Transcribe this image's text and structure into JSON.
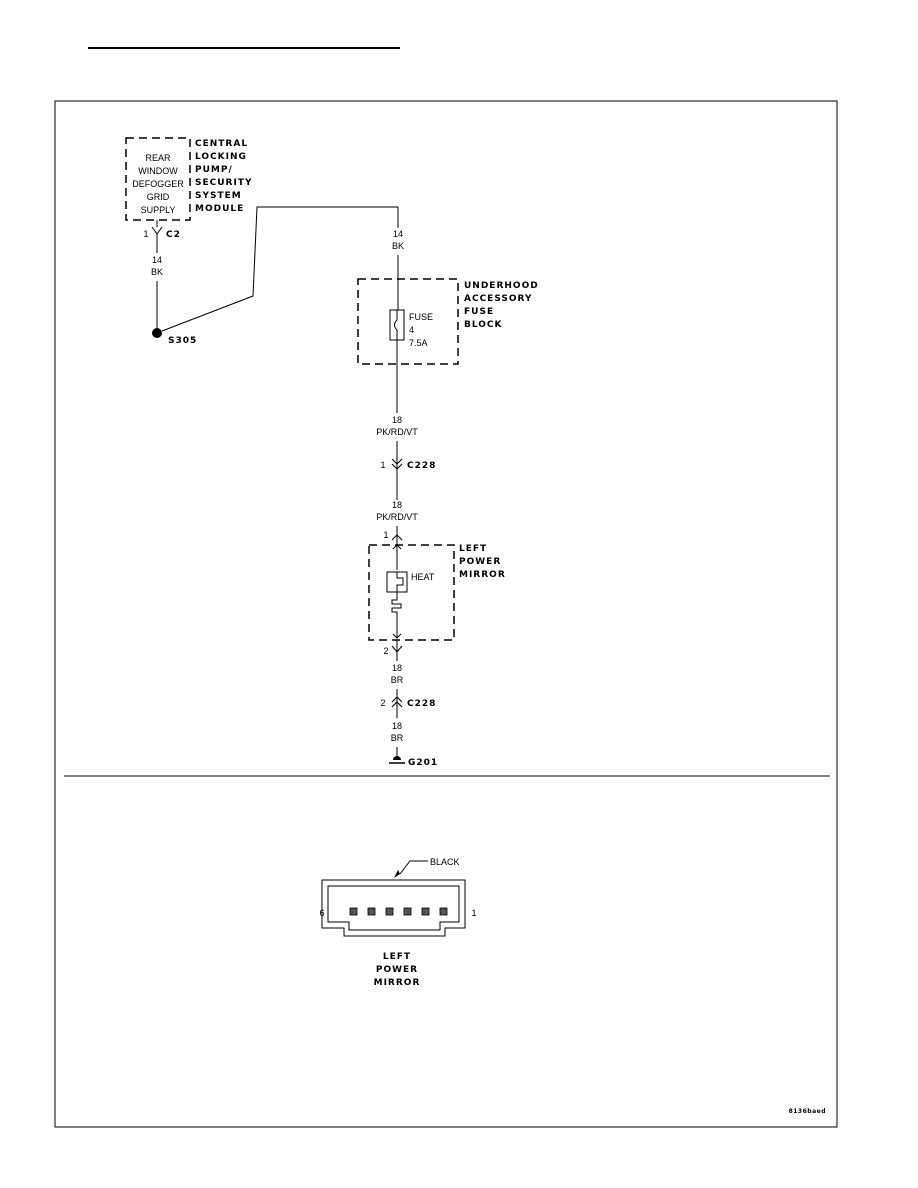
{
  "module": {
    "inner_lines": [
      "REAR",
      "WINDOW",
      "DEFOGGER",
      "GRID",
      "SUPPLY"
    ],
    "name_lines": [
      "CENTRAL",
      "LOCKING",
      "PUMP/",
      "SECURITY",
      "SYSTEM",
      "MODULE"
    ]
  },
  "module_connector": {
    "pin": "1",
    "name": "C2"
  },
  "wire_module_to_splice": {
    "gauge": "14",
    "color": "BK"
  },
  "splice": {
    "name": "S305"
  },
  "wire_to_fuse": {
    "gauge": "14",
    "color": "BK"
  },
  "fuse_block": {
    "fuse_label": "FUSE",
    "fuse_number": "4",
    "fuse_rating": "7.5A",
    "name_lines": [
      "UNDERHOOD",
      "ACCESSORY",
      "FUSE",
      "BLOCK"
    ]
  },
  "wire_fuse_to_c228": {
    "gauge": "18",
    "color": "PK/RD/VT"
  },
  "c228_upper": {
    "pin": "1",
    "name": "C228"
  },
  "wire_c228_to_mirror": {
    "gauge": "18",
    "color": "PK/RD/VT"
  },
  "mirror": {
    "pin_in": "1",
    "heater_label": "HEAT",
    "pin_out": "2",
    "name_lines": [
      "LEFT",
      "POWER",
      "MIRROR"
    ]
  },
  "wire_mirror_to_c228": {
    "gauge": "18",
    "color": "BR"
  },
  "c228_lower": {
    "pin": "2",
    "name": "C228"
  },
  "wire_to_ground": {
    "gauge": "18",
    "color": "BR"
  },
  "ground": {
    "name": "G201"
  },
  "connector_view": {
    "color_label": "BLACK",
    "pin_left": "6",
    "pin_right": "1",
    "name_lines": [
      "LEFT",
      "POWER",
      "MIRROR"
    ]
  },
  "figure_id": "8136baed"
}
